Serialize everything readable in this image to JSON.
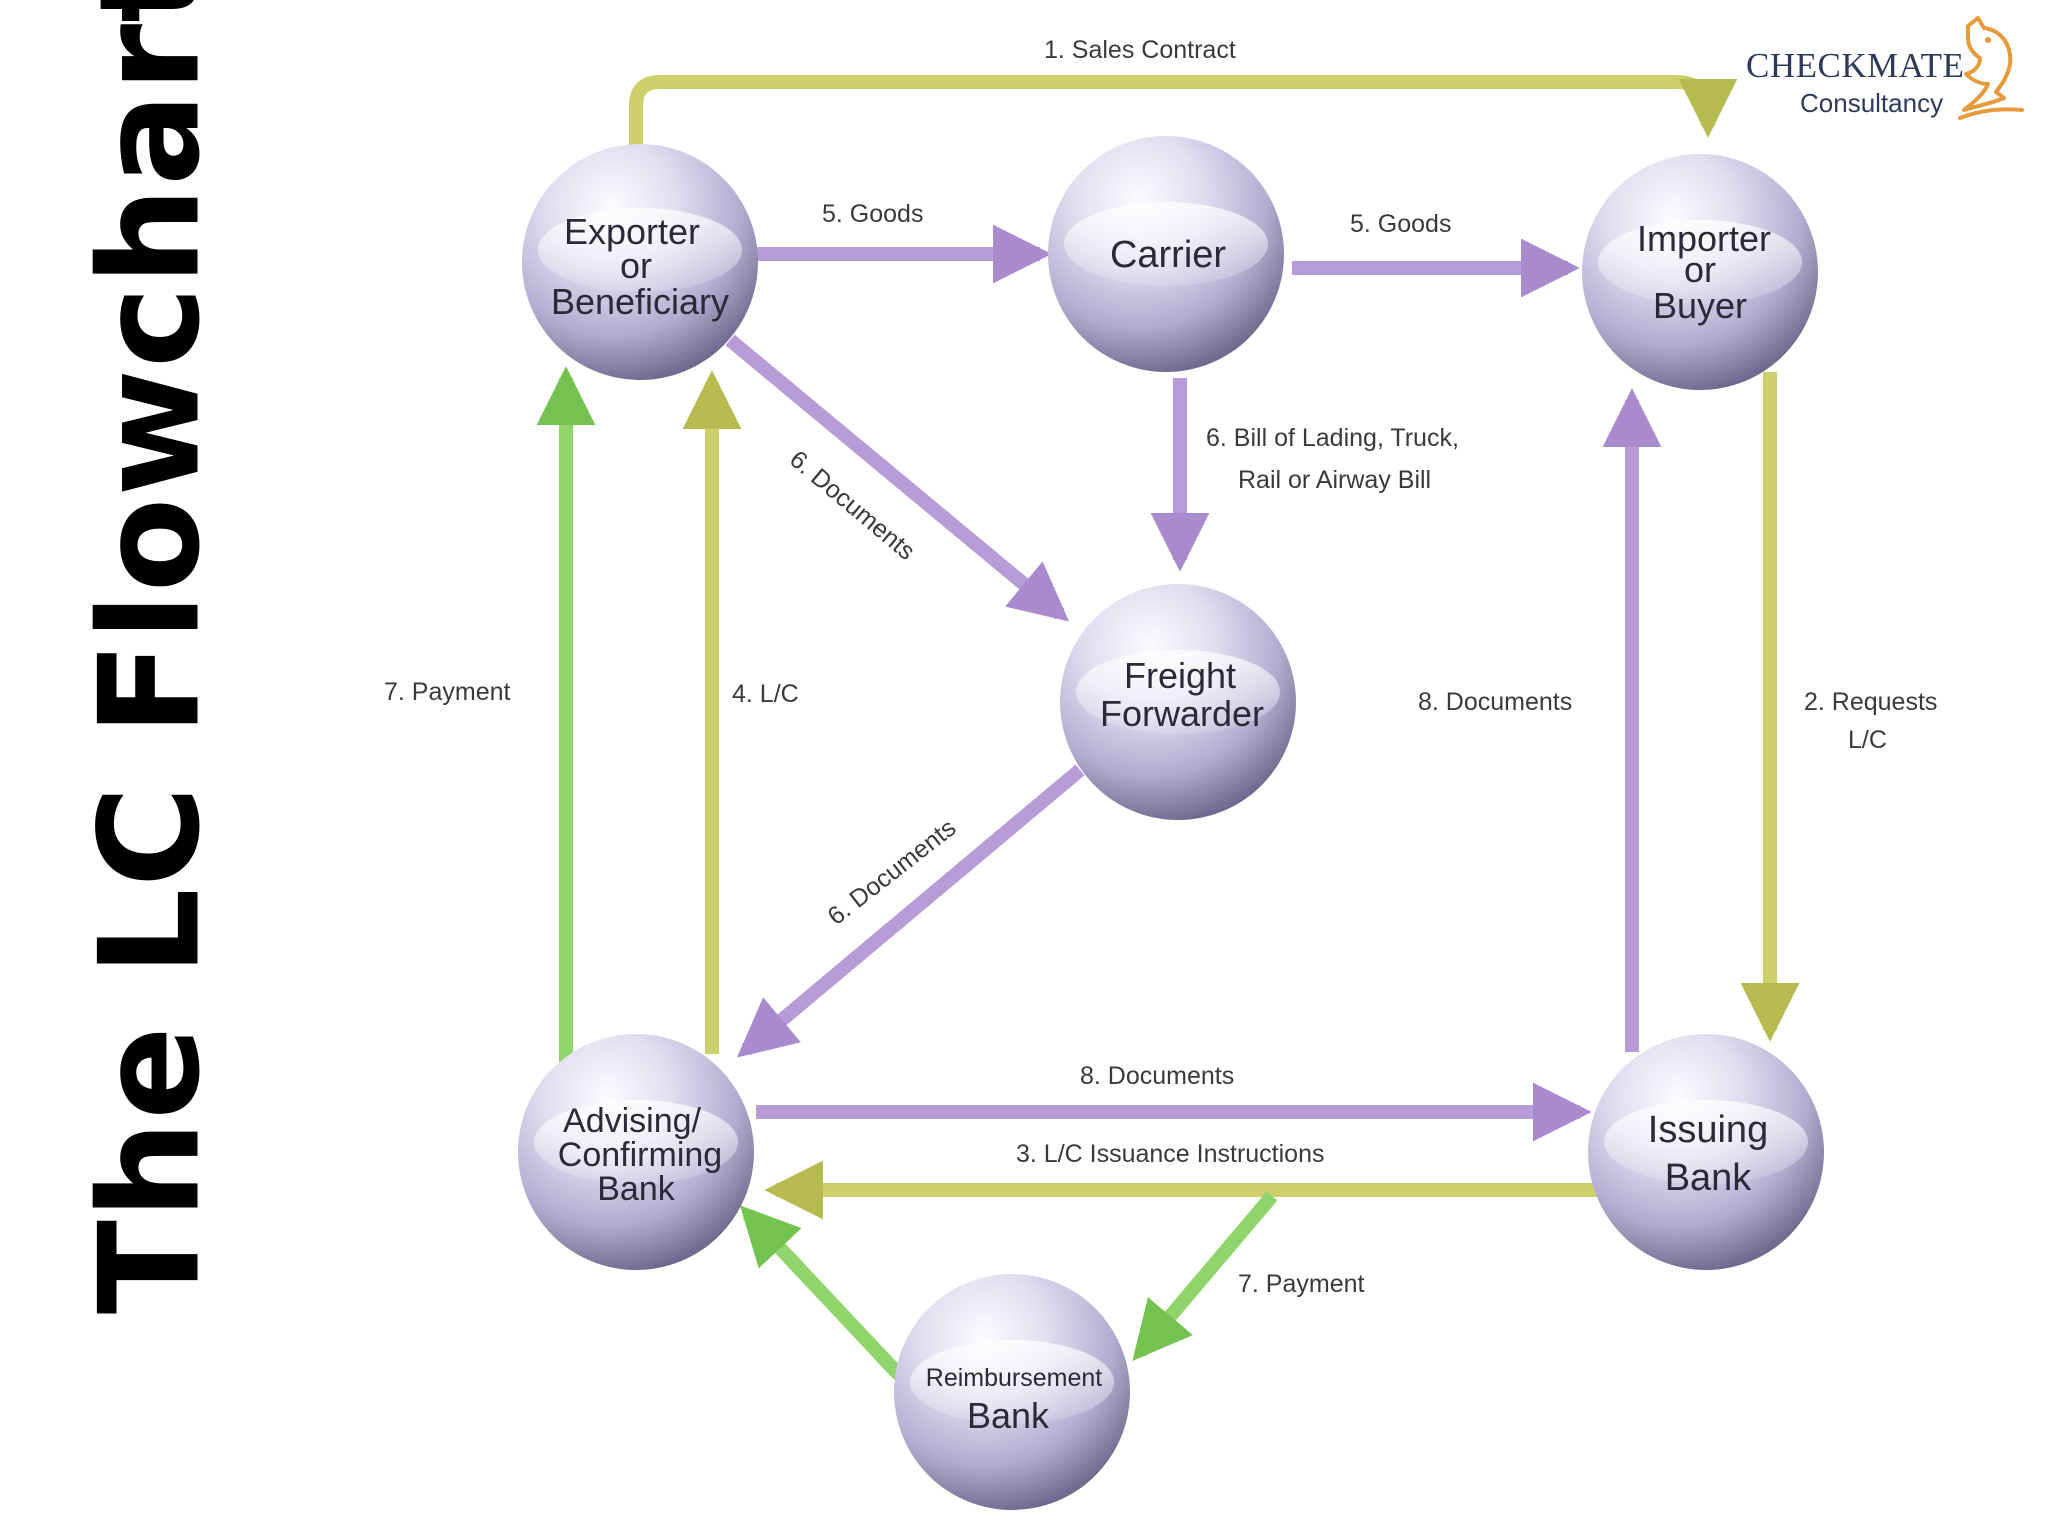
{
  "title": "The LC Flowchart",
  "logo": {
    "brand": "CHECKMATE",
    "tagline": "Consultancy"
  },
  "nodes": {
    "exporter": [
      "Exporter",
      "or",
      "Beneficiary"
    ],
    "carrier": [
      "Carrier"
    ],
    "importer": [
      "Importer",
      "or",
      "Buyer"
    ],
    "freight": [
      "Freight",
      "Forwarder"
    ],
    "advising": [
      "Advising/",
      "Confirming",
      "Bank"
    ],
    "issuing": [
      "Issuing",
      "Bank"
    ],
    "reimbursement": [
      "Reimbursement",
      "Bank"
    ]
  },
  "edges": {
    "sales_contract": "1. Sales Contract",
    "requests_lc": [
      "2. Requests",
      "L/C"
    ],
    "issuance_instructions": "3. L/C Issuance Instructions",
    "lc": "4. L/C",
    "goods_1": "5. Goods",
    "goods_2": "5. Goods",
    "bill_of_lading": [
      "6. Bill of Lading, Truck,",
      "Rail or Airway Bill"
    ],
    "documents_exporter_freight": "6. Documents",
    "documents_freight_advising": "6. Documents",
    "payment_left": "7. Payment",
    "payment_bottom": "7. Payment",
    "documents_bottom": "8. Documents",
    "documents_right": "8. Documents"
  },
  "colors": {
    "purple_arrow": "#b79bd6",
    "yellow_arrow": "#cdd06a",
    "green_arrow": "#8fd56b",
    "sphere_light": "#f4f2fa",
    "sphere_mid": "#b7b0d2",
    "sphere_dark": "#6d6690",
    "title": "#000000",
    "logo_text": "#2d3a5a",
    "logo_accent": "#e59a3c"
  }
}
